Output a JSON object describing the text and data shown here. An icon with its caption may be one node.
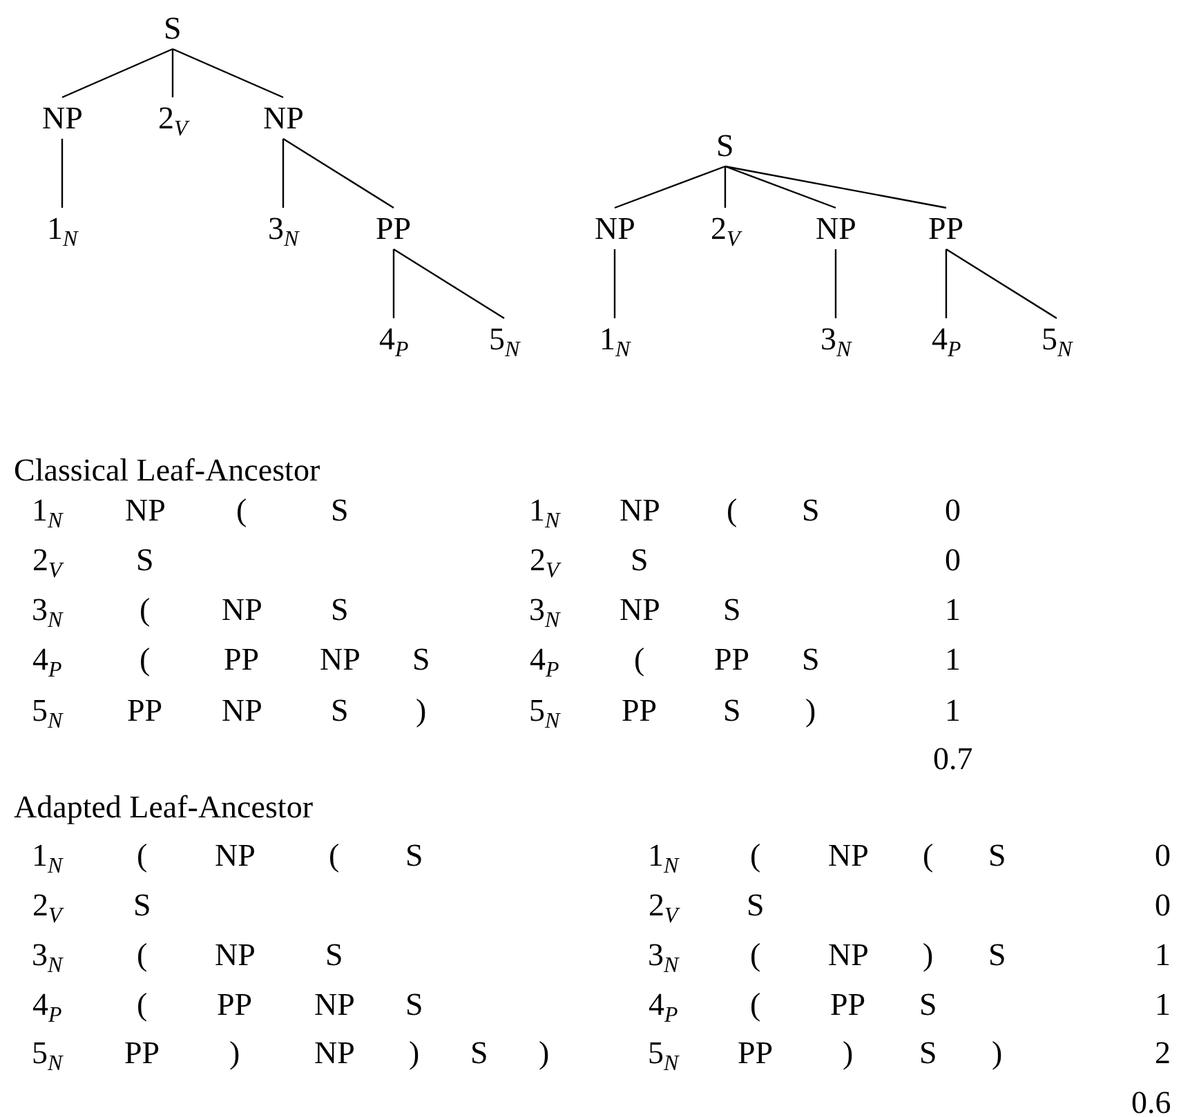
{
  "diagram": {
    "nodes": [
      {
        "text": [
          "S"
        ]
      },
      {
        "text": [
          "NP"
        ]
      },
      {
        "text": [
          "2$_{V}$"
        ]
      },
      {
        "text": [
          "NP"
        ]
      },
      {
        "text": [
          "1$_{N}$"
        ]
      },
      {
        "text": [
          "3$_{N}$"
        ]
      },
      {
        "text": [
          "PP"
        ]
      },
      {
        "text": [
          "4$_{P}$"
        ]
      },
      {
        "text": [
          "5$_{N}$"
        ]
      },
      {
        "text": [
          "S"
        ]
      },
      {
        "text": [
          "NP"
        ]
      },
      {
        "text": [
          "2$_{V}$"
        ]
      },
      {
        "text": [
          "NP"
        ]
      },
      {
        "text": [
          "PP"
        ]
      },
      {
        "text": [
          "1$_{N}$"
        ]
      },
      {
        "text": [
          "3$_{N}$"
        ]
      },
      {
        "text": [
          "4$_{P}$"
        ]
      },
      {
        "text": [
          "5$_{N}$"
        ]
      }
    ],
    "edges": [
      {
        "from": 0,
        "to": 1,
        "arrow": "none"
      },
      {
        "from": 0,
        "to": 2,
        "arrow": "none"
      },
      {
        "from": 0,
        "to": 3,
        "arrow": "none"
      },
      {
        "from": 1,
        "to": 4,
        "arrow": "none"
      },
      {
        "from": 3,
        "to": 5,
        "arrow": "none"
      },
      {
        "from": 3,
        "to": 6,
        "arrow": "none"
      },
      {
        "from": 6,
        "to": 7,
        "arrow": "none"
      },
      {
        "from": 6,
        "to": 8,
        "arrow": "none"
      },
      {
        "from": 9,
        "to": 10,
        "arrow": "none"
      },
      {
        "from": 9,
        "to": 11,
        "arrow": "none"
      },
      {
        "from": 9,
        "to": 12,
        "arrow": "none"
      },
      {
        "from": 9,
        "to": 13,
        "arrow": "none"
      },
      {
        "from": 10,
        "to": 14,
        "arrow": "none"
      },
      {
        "from": 12,
        "to": 15,
        "arrow": "none"
      },
      {
        "from": 13,
        "to": 16,
        "arrow": "none"
      },
      {
        "from": 13,
        "to": 17,
        "arrow": "none"
      }
    ],
    "labels": [
      "Classical Leaf-Ancestor",
      "1$_{N}$",
      "NP",
      "(",
      "S",
      "1$_{N}$",
      "NP",
      "(",
      "S",
      "0",
      "2$_{V}$",
      "S",
      "2$_{V}$",
      "S",
      "0",
      "3$_{N}$",
      "(",
      "NP",
      "S",
      "3$_{N}$",
      "NP",
      "S",
      "1",
      "4$_{P}$",
      "(",
      "PP",
      "NP",
      "S",
      "4$_{P}$",
      "(",
      "PP",
      "S",
      "1",
      "5$_{N}$",
      "PP",
      "NP",
      "S",
      ")",
      "5$_{N}$",
      "PP",
      "S",
      ")",
      "1",
      "0.7",
      "Adapted Leaf-Ancestor",
      "1$_{N}$",
      "(",
      "NP",
      "(",
      "S",
      "1$_{N}$",
      "(",
      "NP",
      "(",
      "S",
      "0",
      "2$_{V}$",
      "S",
      "2$_{V}$",
      "S",
      "0",
      "3$_{N}$",
      "(",
      "NP",
      "S",
      "3$_{N}$",
      "(",
      "NP",
      ")",
      "S",
      "1",
      "4$_{P}$",
      "(",
      "PP",
      "NP",
      "S",
      "4$_{P}$",
      "(",
      "PP",
      "S",
      "1",
      "5$_{N}$",
      "PP",
      ")",
      "NP",
      ")",
      "S",
      ")",
      "5$_{N}$",
      "PP",
      ")",
      "S",
      ")",
      "2",
      "0.6"
    ]
  }
}
